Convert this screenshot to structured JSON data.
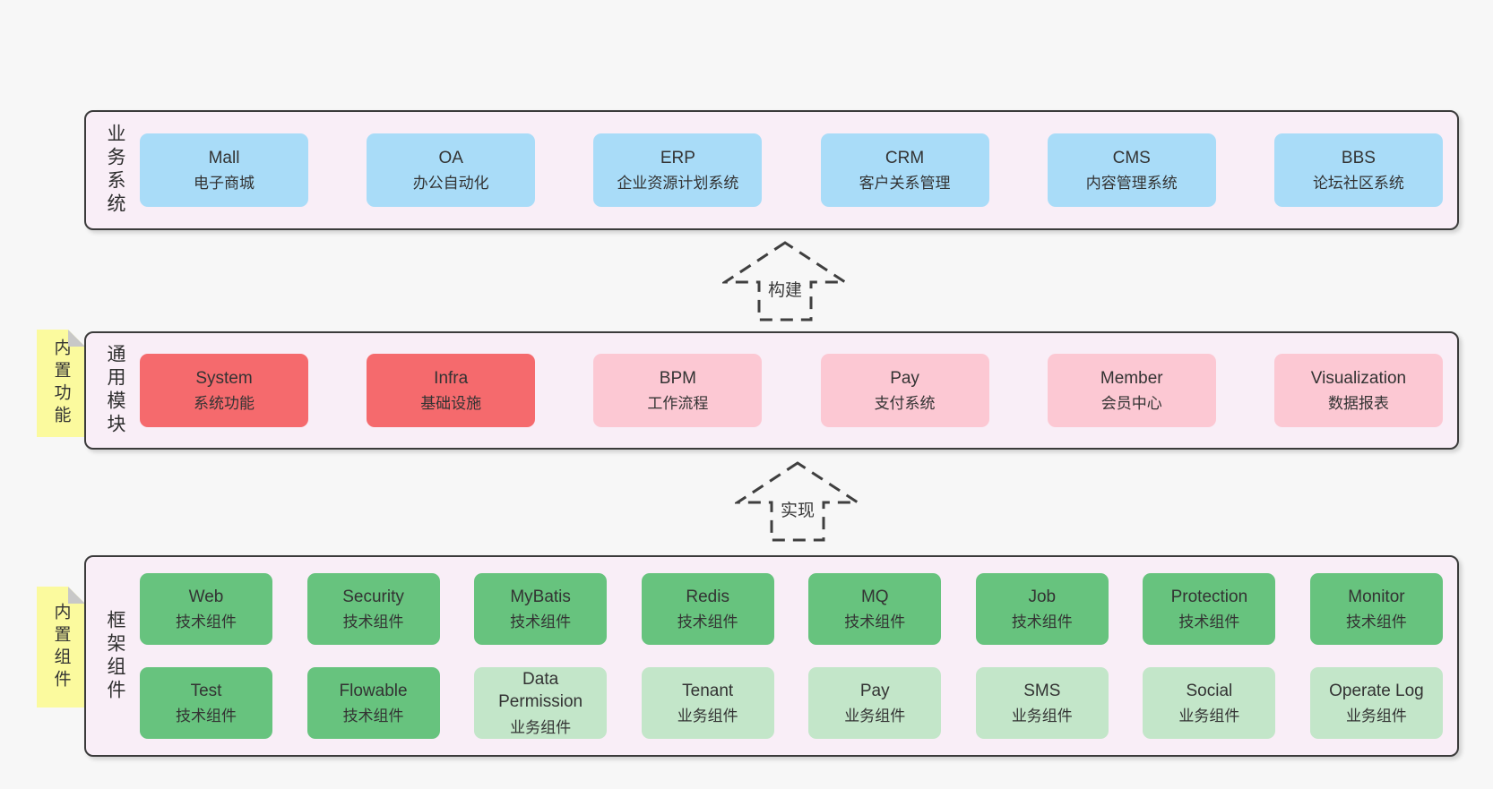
{
  "colors": {
    "page-bg": "#f7f7f7",
    "container-bg": "#f9eef7",
    "container-border": "#3b3b3b",
    "blue": "#a9dcf8",
    "red": "#f56a6d",
    "pink": "#fcc8d3",
    "green-dark": "#67c37e",
    "green-light": "#c3e6c9",
    "tag-bg": "#fbfa9e",
    "tag-fold": "#c8c8c8",
    "arrow": "#3f3f3f",
    "text": "#333333"
  },
  "arrows": [
    {
      "label": "构建"
    },
    {
      "label": "实现"
    }
  ],
  "layers": [
    {
      "label": "业务系统",
      "boxes": [
        {
          "name": "Mall",
          "desc": "电子商城",
          "variant": "blue"
        },
        {
          "name": "OA",
          "desc": "办公自动化",
          "variant": "blue"
        },
        {
          "name": "ERP",
          "desc": "企业资源计划系统",
          "variant": "blue"
        },
        {
          "name": "CRM",
          "desc": "客户关系管理",
          "variant": "blue"
        },
        {
          "name": "CMS",
          "desc": "内容管理系统",
          "variant": "blue"
        },
        {
          "name": "BBS",
          "desc": "论坛社区系统",
          "variant": "blue"
        }
      ]
    },
    {
      "label": "通用模块",
      "tag": "内置功能",
      "boxes": [
        {
          "name": "System",
          "desc": "系统功能",
          "variant": "red"
        },
        {
          "name": "Infra",
          "desc": "基础设施",
          "variant": "red"
        },
        {
          "name": "BPM",
          "desc": "工作流程",
          "variant": "pink"
        },
        {
          "name": "Pay",
          "desc": "支付系统",
          "variant": "pink"
        },
        {
          "name": "Member",
          "desc": "会员中心",
          "variant": "pink"
        },
        {
          "name": "Visualization",
          "desc": "数据报表",
          "variant": "pink"
        }
      ]
    },
    {
      "label": "框架组件",
      "tag": "内置组件",
      "rows": [
        [
          {
            "name": "Web",
            "desc": "技术组件",
            "variant": "green-dark"
          },
          {
            "name": "Security",
            "desc": "技术组件",
            "variant": "green-dark"
          },
          {
            "name": "MyBatis",
            "desc": "技术组件",
            "variant": "green-dark"
          },
          {
            "name": "Redis",
            "desc": "技术组件",
            "variant": "green-dark"
          },
          {
            "name": "MQ",
            "desc": "技术组件",
            "variant": "green-dark"
          },
          {
            "name": "Job",
            "desc": "技术组件",
            "variant": "green-dark"
          },
          {
            "name": "Protection",
            "desc": "技术组件",
            "variant": "green-dark"
          },
          {
            "name": "Monitor",
            "desc": "技术组件",
            "variant": "green-dark"
          }
        ],
        [
          {
            "name": "Test",
            "desc": "技术组件",
            "variant": "green-dark"
          },
          {
            "name": "Flowable",
            "desc": "技术组件",
            "variant": "green-dark"
          },
          {
            "name": "Data Permission",
            "desc": "业务组件",
            "variant": "green-light"
          },
          {
            "name": "Tenant",
            "desc": "业务组件",
            "variant": "green-light"
          },
          {
            "name": "Pay",
            "desc": "业务组件",
            "variant": "green-light"
          },
          {
            "name": "SMS",
            "desc": "业务组件",
            "variant": "green-light"
          },
          {
            "name": "Social",
            "desc": "业务组件",
            "variant": "green-light"
          },
          {
            "name": "Operate Log",
            "desc": "业务组件",
            "variant": "green-light"
          }
        ]
      ]
    }
  ]
}
